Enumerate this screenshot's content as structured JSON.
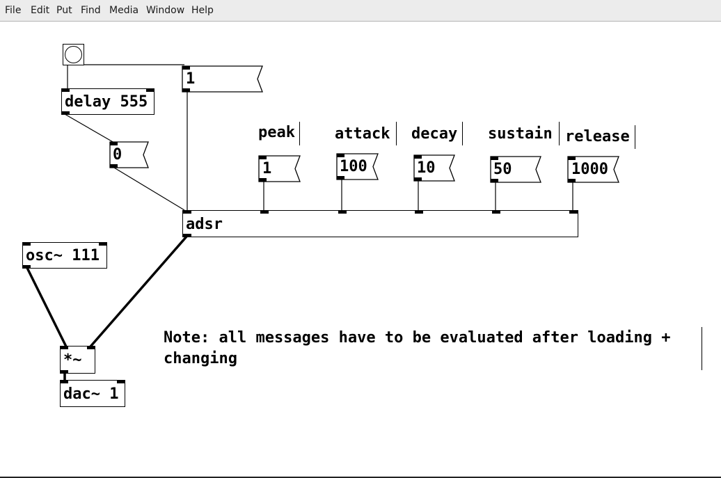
{
  "menubar": {
    "items": [
      "File",
      "Edit",
      "Put",
      "Find",
      "Media",
      "Window",
      "Help"
    ]
  },
  "patch": {
    "bang": {
      "label": "bang"
    },
    "objects": {
      "delay": "delay 555",
      "adsr": "adsr",
      "osc": "osc~ 111",
      "mul": "*~",
      "dac": "dac~ 1"
    },
    "messages": {
      "trigger": "1",
      "zero": "0",
      "peak": "1",
      "attack": "100",
      "decay": "10",
      "sustain": "50",
      "release": "1000"
    },
    "comments": {
      "peak": "peak",
      "attack": "attack",
      "decay": "decay",
      "sustain": "sustain",
      "release": "release",
      "note_line1": "Note: all messages have to be evaluated after loading +",
      "note_line2": "changing"
    }
  }
}
